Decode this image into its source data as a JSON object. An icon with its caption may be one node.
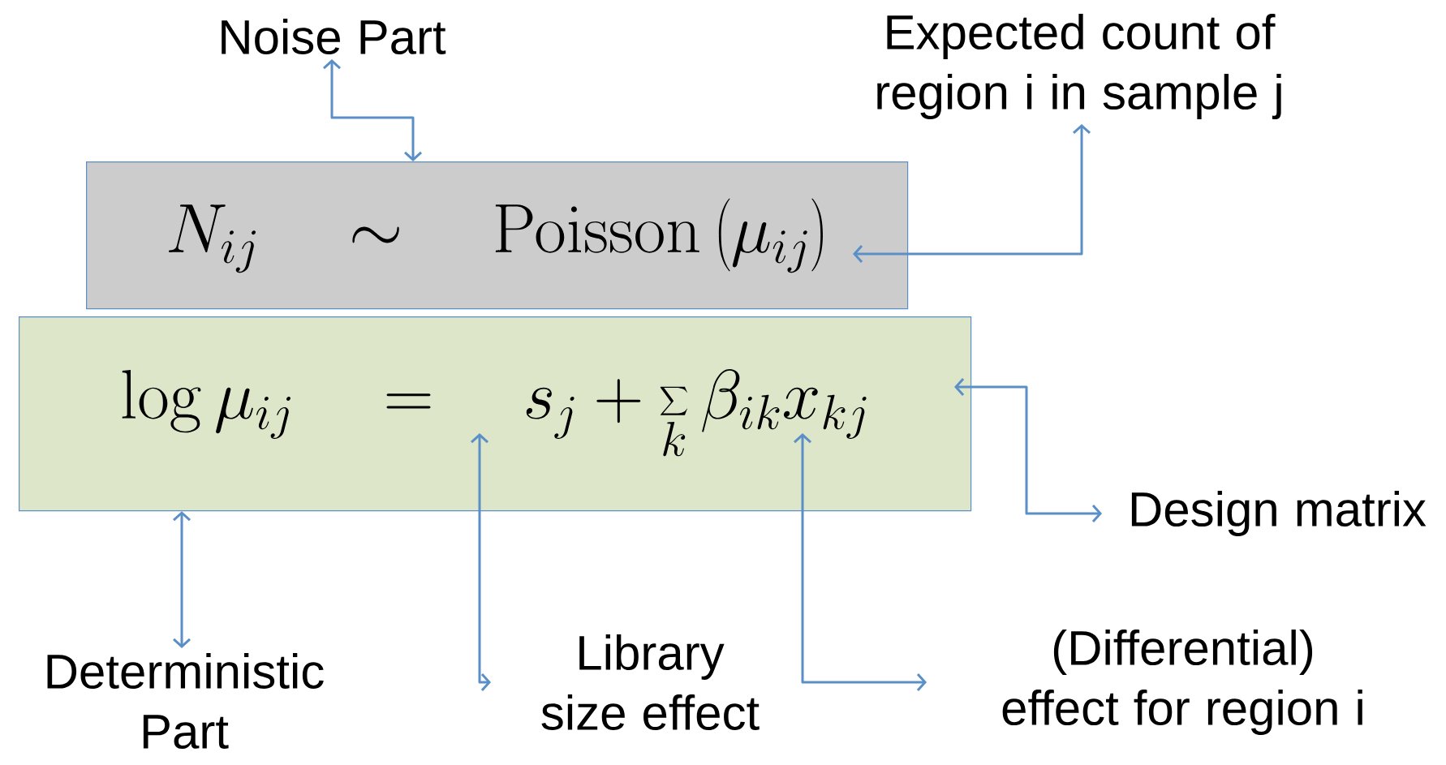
{
  "diagram": {
    "nodes": [
      {
        "text": [
          "Noise Part"
        ]
      },
      {
        "text": [
          "Expected count of region i in sample j"
        ]
      },
      {
        "text": [
          "N_{ij} \\quad\\sim\\quad \\mathrm{Poisson}\\left(\\mu_{ij}\\right)"
        ]
      },
      {
        "text": [
          "\\log\\mu_{ij} \\quad=\\quad s_j + \\sum_k \\beta_{ik} x_{kj}"
        ]
      },
      {
        "text": [
          "Design matrix"
        ]
      },
      {
        "text": [
          "Deterministic Part"
        ]
      },
      {
        "text": [
          "Library size effect"
        ]
      },
      {
        "text": [
          "(Differential) effect for region i"
        ]
      }
    ],
    "edges": [
      {
        "from": 0,
        "to": 2,
        "arrow": "both"
      },
      {
        "from": 1,
        "to": 2,
        "arrow": "both"
      },
      {
        "from": 4,
        "to": 3,
        "arrow": "both"
      },
      {
        "from": 5,
        "to": 3,
        "arrow": "both"
      },
      {
        "from": 6,
        "to": 3,
        "arrow": "both"
      },
      {
        "from": 7,
        "to": 3,
        "arrow": "both"
      }
    ]
  }
}
